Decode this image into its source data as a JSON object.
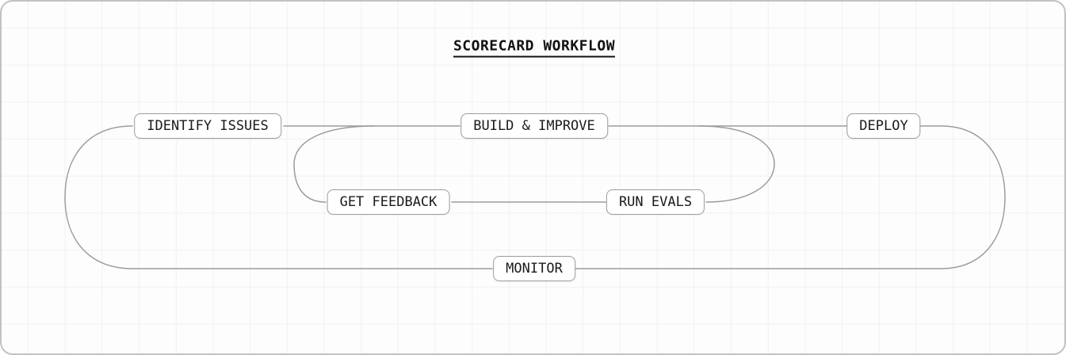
{
  "title": "SCORECARD WORKFLOW",
  "nodes": [
    {
      "id": "identify-issues",
      "label": "IDENTIFY ISSUES"
    },
    {
      "id": "build-improve",
      "label": "BUILD & IMPROVE"
    },
    {
      "id": "deploy",
      "label": "DEPLOY"
    },
    {
      "id": "get-feedback",
      "label": "GET FEEDBACK"
    },
    {
      "id": "run-evals",
      "label": "RUN EVALS"
    },
    {
      "id": "monitor",
      "label": "MONITOR"
    }
  ],
  "edges": [
    {
      "from": "monitor",
      "to": "identify-issues",
      "style": "outer-loop-left-arc"
    },
    {
      "from": "identify-issues",
      "to": "build-improve",
      "style": "straight"
    },
    {
      "from": "build-improve",
      "to": "get-feedback",
      "style": "inner-loop-left-arc"
    },
    {
      "from": "get-feedback",
      "to": "run-evals",
      "style": "straight"
    },
    {
      "from": "run-evals",
      "to": "build-improve",
      "style": "inner-loop-right-arc"
    },
    {
      "from": "build-improve",
      "to": "deploy",
      "style": "straight"
    },
    {
      "from": "deploy",
      "to": "monitor",
      "style": "outer-loop-right-arc"
    }
  ],
  "colors": {
    "edge": "#9c9c9c",
    "node_border": "#9c9c9c",
    "node_background": "#ffffff",
    "text": "#1a1a1a",
    "canvas_border": "#c2c2c2",
    "grid_line": "#f1f1f1",
    "canvas_background": "#fdfdfd"
  }
}
